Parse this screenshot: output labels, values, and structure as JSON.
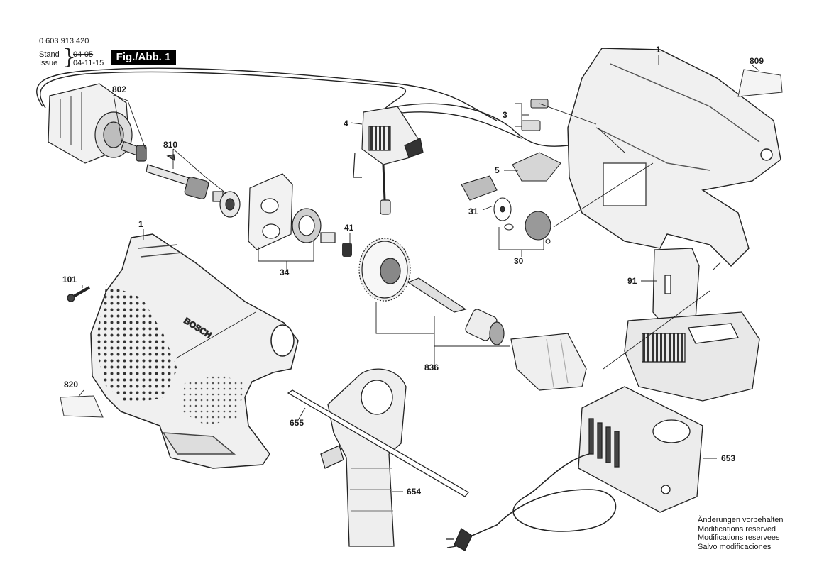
{
  "header": {
    "part_number": "0 603 913 420",
    "stand_label": "Stand",
    "issue_label": "Issue",
    "stand_date": "04-05",
    "issue_date": "04-11-15",
    "figure_label": "Fig./Abb. 1"
  },
  "callouts": {
    "c1a": "1",
    "c809": "809",
    "c802": "802",
    "c4": "4",
    "c3": "3",
    "c810": "810",
    "c5": "5",
    "c31": "31",
    "c30": "30",
    "c34": "34",
    "c41": "41",
    "c1b": "1",
    "c101": "101",
    "c91": "91",
    "c836": "836",
    "c820": "820",
    "c655": "655",
    "c653": "653",
    "c654": "654"
  },
  "brand": "BOSCH",
  "notes": [
    "Änderungen vorbehalten",
    "Modifications reserved",
    "Modifications reservees",
    "Salvo modificaciones"
  ]
}
